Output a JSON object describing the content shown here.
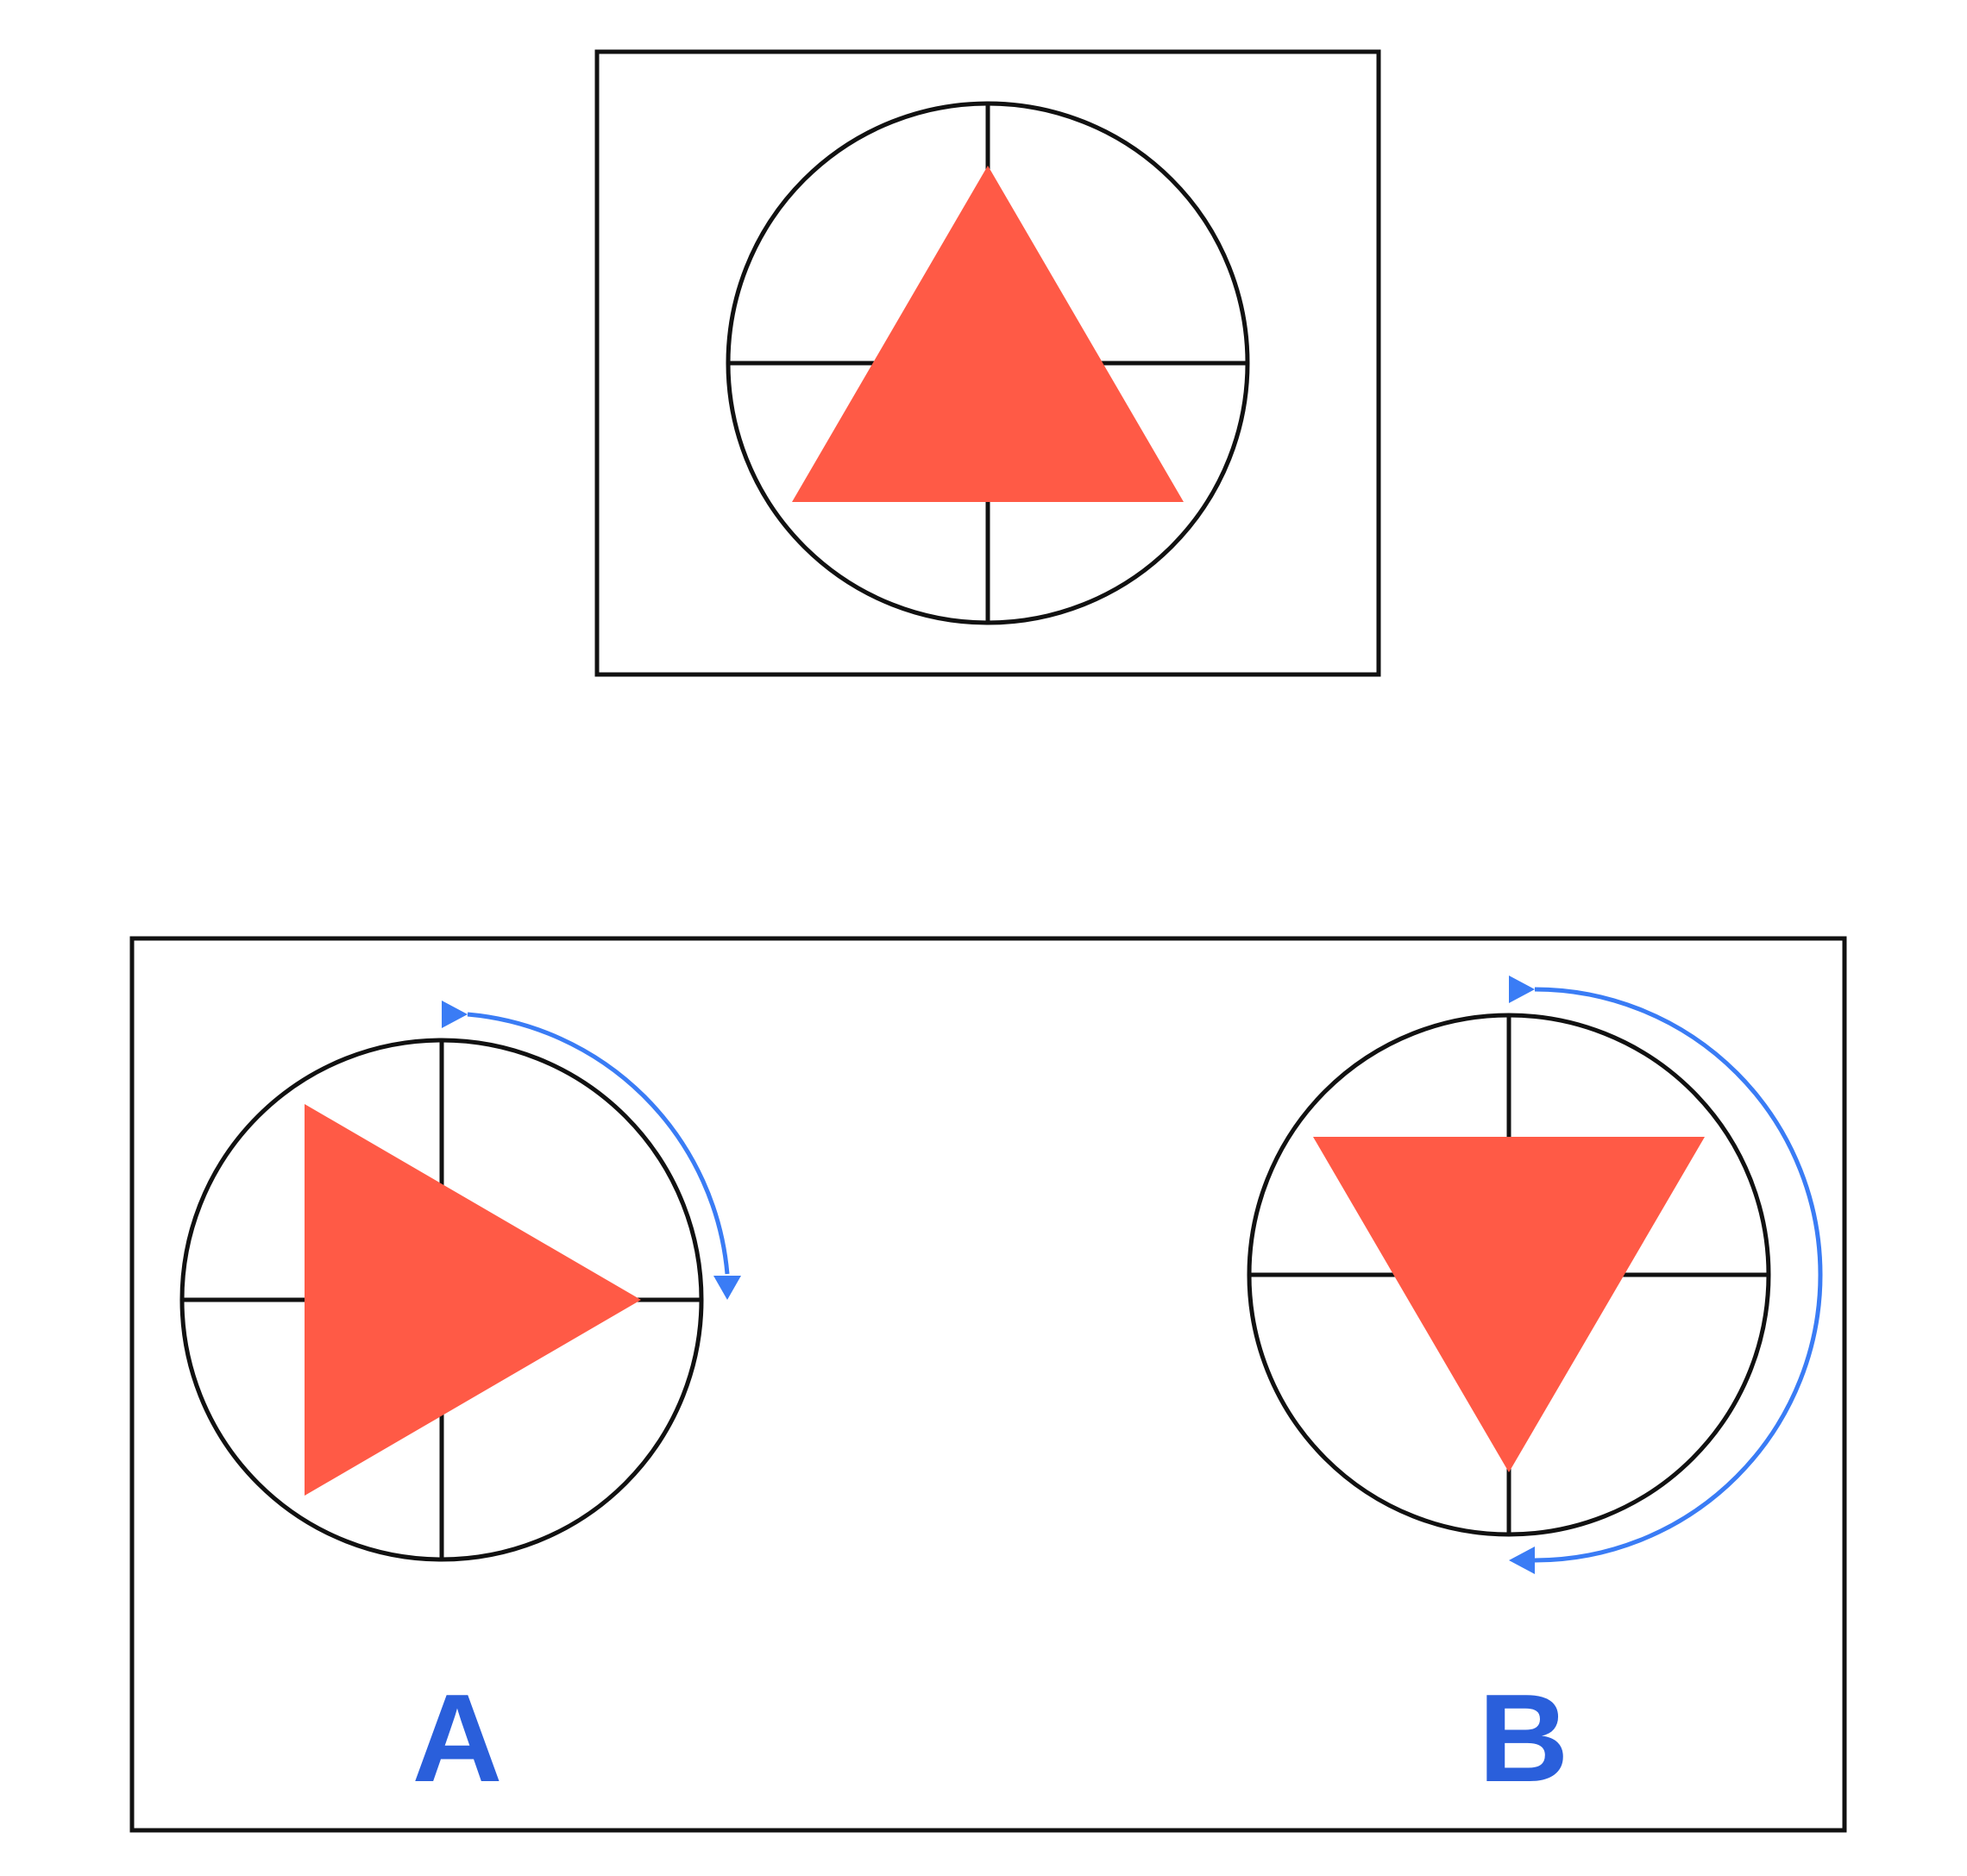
{
  "colors": {
    "background": "#ffffff",
    "stroke": "#111111",
    "triangle": "#ff5a46",
    "arrow": "#3a7cf5",
    "label": "#2a5fdb"
  },
  "reference": {
    "orientation": "up"
  },
  "options": [
    {
      "label": "A",
      "orientation": "right",
      "rotation_arrow": "clockwise",
      "rotation_degrees": 90
    },
    {
      "label": "B",
      "orientation": "down",
      "rotation_arrow": "clockwise",
      "rotation_degrees": 180
    }
  ]
}
